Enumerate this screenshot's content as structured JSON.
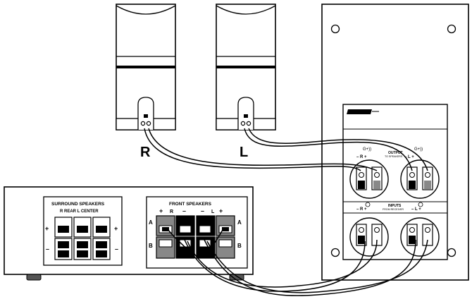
{
  "speakers": {
    "right_label": "R",
    "left_label": "L"
  },
  "receiver": {
    "surround_title": "SURROUND SPEAKERS",
    "surround_sub": "R  REAR  L   CENTER",
    "front_title": "FRONT SPEAKERS",
    "front_polarity": [
      "+",
      "R",
      "–",
      "–",
      "L",
      "+"
    ],
    "row_a": "A",
    "row_b": "B",
    "plus": "+",
    "minus": "–"
  },
  "module": {
    "output_label": "OUTPUT",
    "output_sub": "TO SPEAKERS",
    "output_polarity": "–   R   +",
    "output_polarity_l": "–   L   +",
    "input_label": "INPUTS",
    "input_sub": "FROM RECEIVER",
    "input_polarity": "–   R   +",
    "input_polarity_l": "–   L   +"
  },
  "colors": {
    "line": "#000000",
    "panel": "#ffffff",
    "terminal_dark": "#111111",
    "terminal_grey": "#9a9a9a"
  }
}
